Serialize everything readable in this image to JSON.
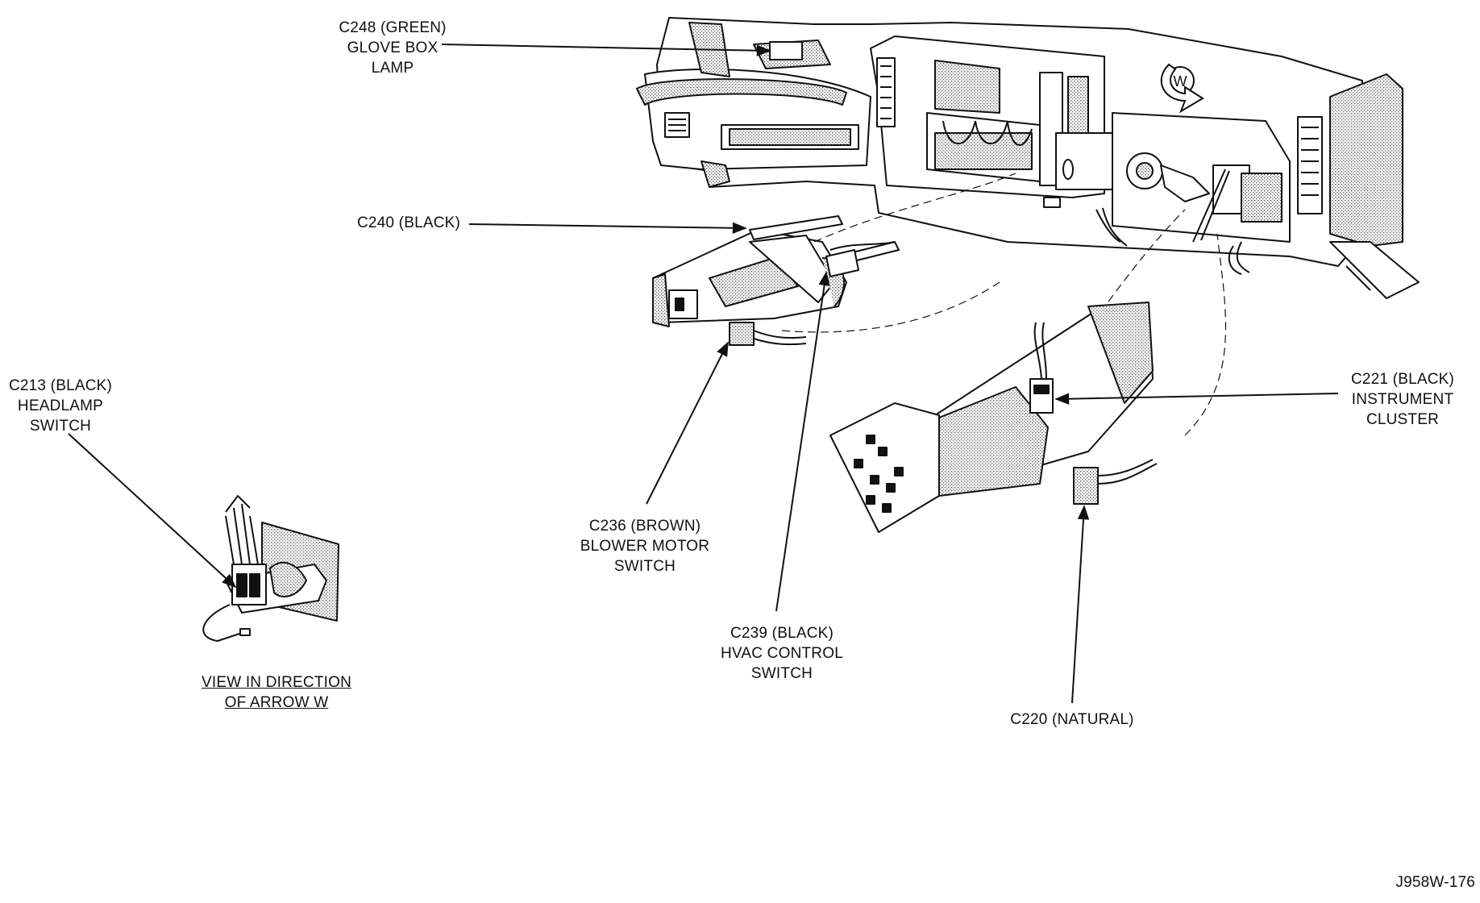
{
  "labels": {
    "c248": [
      "C248 (GREEN)",
      "GLOVE BOX",
      "LAMP"
    ],
    "c240": [
      "C240 (BLACK)"
    ],
    "c213": [
      "C213 (BLACK)",
      "HEADLAMP",
      "SWITCH"
    ],
    "c236": [
      "C236 (BROWN)",
      "BLOWER MOTOR",
      "SWITCH"
    ],
    "c239": [
      "C239 (BLACK)",
      "HVAC CONTROL",
      "SWITCH"
    ],
    "c221": [
      "C221 (BLACK)",
      "INSTRUMENT",
      "CLUSTER"
    ],
    "c220": [
      "C220 (NATURAL)"
    ],
    "view": [
      "VIEW IN DIRECTION",
      "OF ARROW W"
    ],
    "arrow_letter": "W",
    "figure_id": "J958W-176"
  },
  "colors": {
    "ink": "#111111",
    "shade": "#bcbcbc",
    "paper": "#ffffff"
  }
}
